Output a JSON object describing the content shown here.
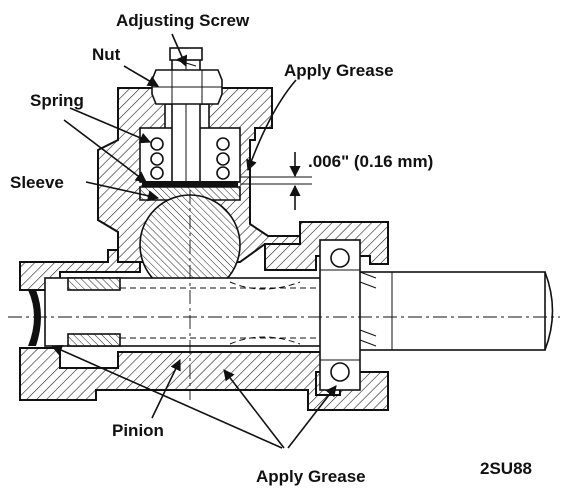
{
  "labels": {
    "adjusting_screw": "Adjusting Screw",
    "nut": "Nut",
    "apply_grease_top": "Apply Grease",
    "spring": "Spring",
    "clearance": ".006\" (0.16 mm)",
    "sleeve": "Sleeve",
    "pinion": "Pinion",
    "apply_grease_bottom": "Apply Grease",
    "figure_code": "2SU88"
  }
}
